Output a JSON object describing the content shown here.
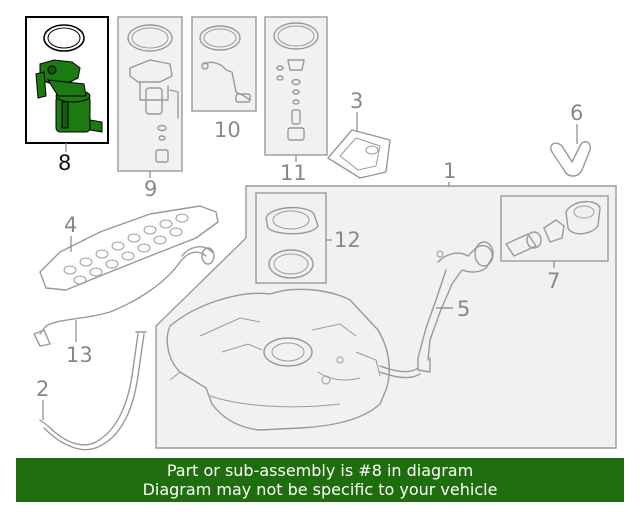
{
  "callouts": {
    "c1": "1",
    "c2": "2",
    "c3": "3",
    "c4": "4",
    "c5": "5",
    "c6": "6",
    "c7": "7",
    "c8": "8",
    "c9": "9",
    "c10": "10",
    "c11": "11",
    "c12": "12",
    "c13": "13"
  },
  "highlight": {
    "part_number": "8",
    "color": "#1b7a10"
  },
  "banner": {
    "line1": "Part or sub-assembly is #8 in diagram",
    "line2": "Diagram may not be specific to your vehicle",
    "color": "#1e6e0d"
  }
}
